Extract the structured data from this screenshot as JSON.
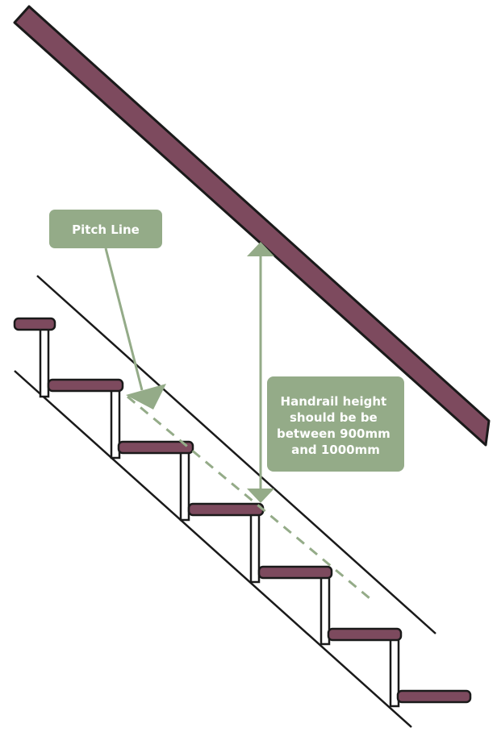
{
  "labels": {
    "pitch_line": "Pitch Line",
    "handrail_height_lines": [
      "Handrail height",
      "should be be",
      "between 900mm",
      "and 1000mm"
    ]
  },
  "colors": {
    "handrail": "#7d4a5e",
    "tread": "#7d4a5e",
    "outline": "#1a1a1a",
    "callout_fill": "#94ab88",
    "arrow": "#94ab88",
    "pitch_dash": "#94ab88",
    "callout_text": "#ffffff"
  }
}
